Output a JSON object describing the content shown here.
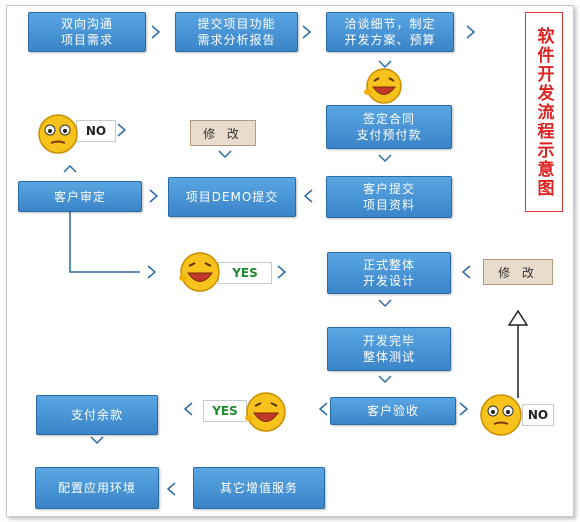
{
  "title": "软件开发流程示意图",
  "steps": {
    "s1": "双向沟通\n项目需求",
    "s2": "提交项目功能\n需求分析报告",
    "s3": "洽谈细节，制定\n开发方案、预算",
    "s4": "签定合同\n支付预付款",
    "s5": "客户提交\n项目资料",
    "s6": "项目DEMO提交",
    "s7": "客户审定",
    "s8": "正式整体\n开发设计",
    "s9": "开发完毕\n整体测试",
    "s10": "客户验收",
    "s11": "支付余款",
    "s12": "配置应用环境",
    "s13": "其它增值服务"
  },
  "tags": {
    "modify_top": "修 改",
    "modify_right": "修 改"
  },
  "labels": {
    "no_top": "NO",
    "yes_mid": "YES",
    "yes_bottom": "YES",
    "no_bottom": "NO"
  },
  "colors": {
    "box": "#3a84c8",
    "arrow": "#2a6aa7",
    "yes": "#1e8a2e",
    "title": "#d22222",
    "tag": "#eadccd"
  }
}
